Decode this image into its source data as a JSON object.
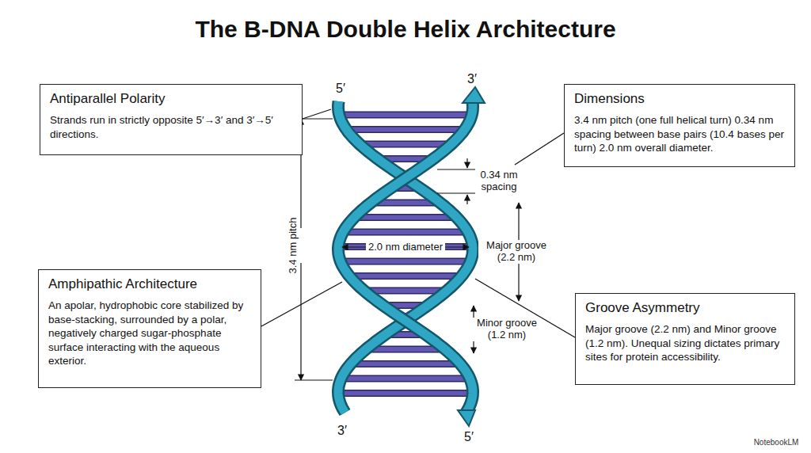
{
  "diagram": {
    "title": "The B-DNA Double Helix Architecture",
    "nodes": [
      {
        "text": [
          "Antiparallel Polarity",
          "Strands run in strictly opposite 5′→3′ and 3′→5′ directions."
        ]
      },
      {
        "text": [
          "Dimensions",
          "3.4 nm pitch (one full helical turn) 0.34 nm spacing between base pairs (10.4 bases per turn) 2.0 nm overall diameter."
        ]
      },
      {
        "text": [
          "Amphipathic Architecture",
          "An apolar, hydrophobic core stabilized by base-stacking, surrounded by a polar, negatively charged sugar-phosphate surface interacting with the aqueous exterior."
        ]
      },
      {
        "text": [
          "Groove Asymmetry",
          "Major groove (2.2 nm) and Minor groove (1.2 nm). Unequal sizing dictates primary sites for protein accessibility."
        ]
      }
    ],
    "labels": [
      "5′",
      "3′",
      "3.4 nm pitch",
      "0.34 nm spacing",
      "2.0 nm diameter",
      "Major groove (2.2 nm)",
      "Minor groove (1.2 nm)",
      "3′",
      "5′",
      "NotebookLM"
    ]
  }
}
